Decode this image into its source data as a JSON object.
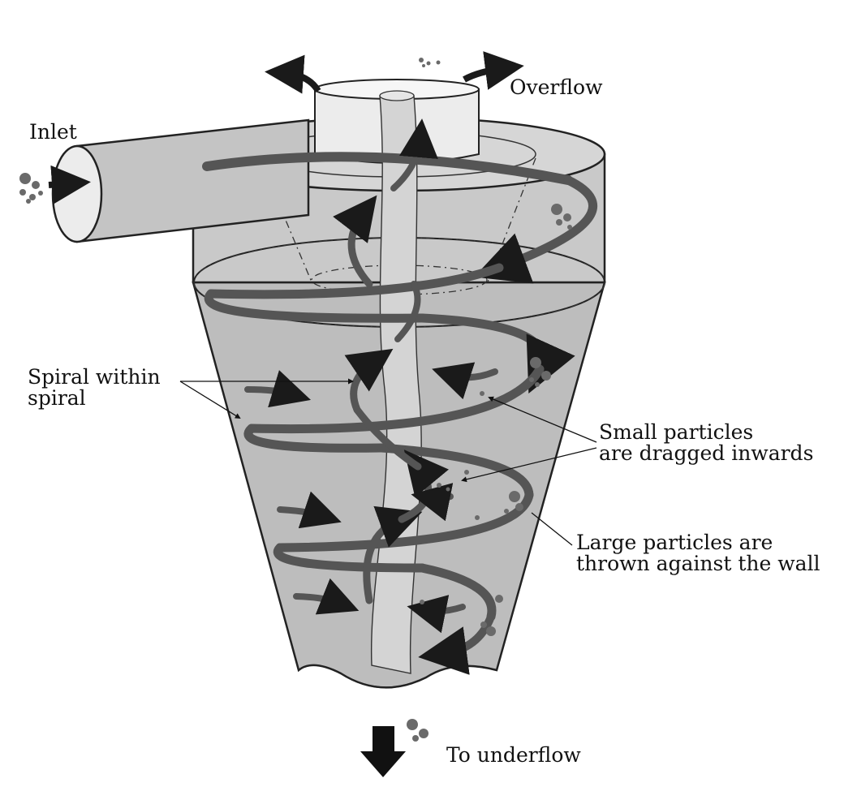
{
  "labels": {
    "inlet": "Inlet",
    "overflow": "Overflow",
    "spiral_line1": "Spiral within",
    "spiral_line2": "spiral",
    "small_line1": "Small particles",
    "small_line2": "are dragged inwards",
    "large_line1": "Large particles are",
    "large_line2": "thrown against the wall",
    "underflow": "To underflow"
  },
  "colors": {
    "body_fill": "#bdbdbd",
    "spiral": "#555555",
    "arrow": "#1a1a1a",
    "vortex_core": "#d4d4d4",
    "particle": "#6a6a6a"
  }
}
